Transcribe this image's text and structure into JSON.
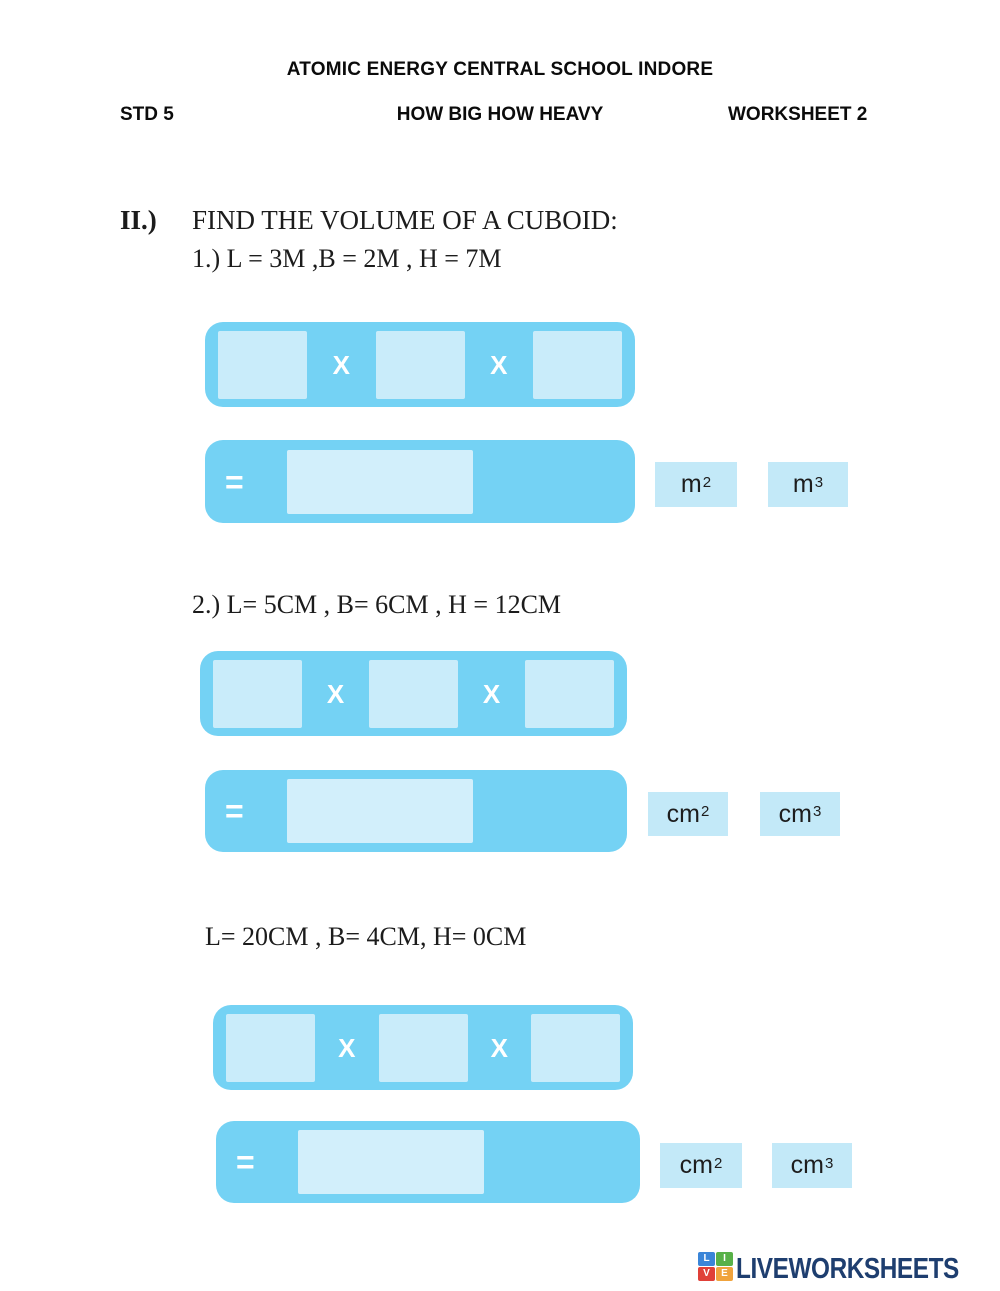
{
  "header": {
    "school_name": "ATOMIC ENERGY CENTRAL SCHOOL INDORE",
    "grade": "STD 5",
    "lesson_title": "HOW BIG HOW HEAVY",
    "worksheet_label": "WORKSHEET 2"
  },
  "section": {
    "number": "II.)",
    "instruction": "FIND THE VOLUME OF A CUBOID:"
  },
  "symbols": {
    "multiply": "X",
    "equals": "="
  },
  "problems": [
    {
      "label": "1.) L = 3M ,B = 2M , H = 7M",
      "factor_values": [
        "",
        "",
        ""
      ],
      "answer_value": "",
      "units": [
        {
          "base": "m",
          "exponent": "2"
        },
        {
          "base": "m",
          "exponent": "3"
        }
      ]
    },
    {
      "label": "2.) L= 5CM , B= 6CM , H = 12CM",
      "factor_values": [
        "",
        "",
        ""
      ],
      "answer_value": "",
      "units": [
        {
          "base": "cm",
          "exponent": "2"
        },
        {
          "base": "cm",
          "exponent": "3"
        }
      ]
    },
    {
      "label": "L= 20CM , B= 4CM, H= 0CM",
      "factor_values": [
        "",
        "",
        ""
      ],
      "answer_value": "",
      "units": [
        {
          "base": "cm",
          "exponent": "2"
        },
        {
          "base": "cm",
          "exponent": "3"
        }
      ]
    }
  ],
  "footer": {
    "brand": "LIVEWORKSHEETS",
    "logo_tiles": [
      {
        "letter": "L",
        "color": "#3a85d8"
      },
      {
        "letter": "I",
        "color": "#58b148"
      },
      {
        "letter": "V",
        "color": "#e04038"
      },
      {
        "letter": "E",
        "color": "#f0a33c"
      }
    ]
  },
  "colors": {
    "bar_blue": "#74d2f4",
    "factor_input": "#c9ecfa",
    "answer_input": "#d2effb",
    "unit_box": "#c3e9f8",
    "brand_navy": "#1e3e6f"
  }
}
